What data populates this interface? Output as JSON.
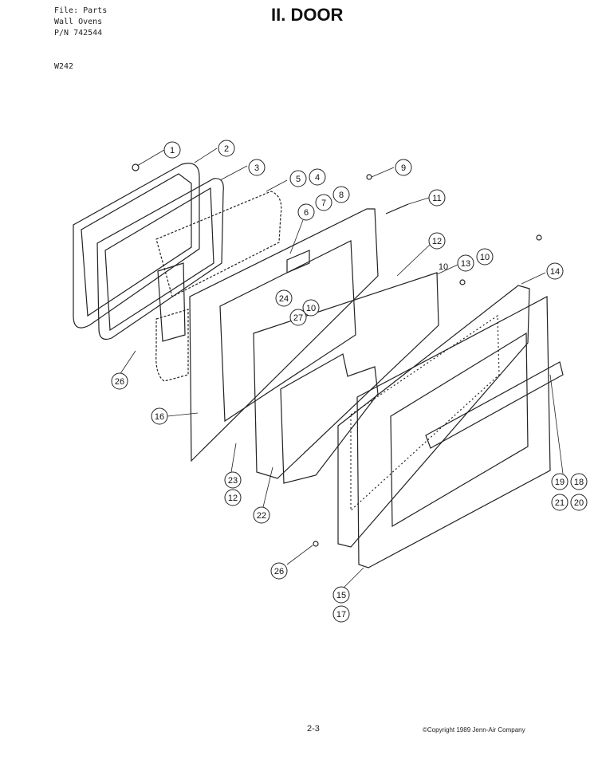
{
  "header": {
    "file_line": "File: Parts",
    "category_line": "Wall Ovens",
    "part_number_line": "P/N 742544",
    "model": "W242",
    "title": "II. DOOR"
  },
  "footer": {
    "page_number": "2-3",
    "copyright": "©Copyright 1989 Jenn-Air Company"
  },
  "callouts": [
    "1",
    "2",
    "3",
    "4",
    "5",
    "6",
    "7",
    "8",
    "9",
    "10",
    "10",
    "10",
    "11",
    "12",
    "12",
    "13",
    "14",
    "15",
    "16",
    "17",
    "18",
    "19",
    "20",
    "21",
    "22",
    "23",
    "24",
    "26",
    "26",
    "27"
  ]
}
